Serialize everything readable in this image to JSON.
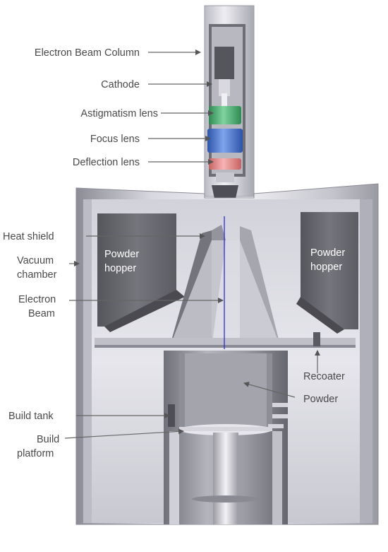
{
  "labels": {
    "electron_beam_column": "Electron Beam Column",
    "cathode": "Cathode",
    "astigmatism_lens": "Astigmatism lens",
    "focus_lens": "Focus lens",
    "deflection_lens": "Deflection lens",
    "heat_shield": "Heat shield",
    "vacuum_chamber_line1": "Vacuum",
    "vacuum_chamber_line2": "chamber",
    "electron_beam_line1": "Electron",
    "electron_beam_line2": "Beam",
    "powder_hopper_left_line1": "Powder",
    "powder_hopper_left_line2": "hopper",
    "powder_hopper_right_line1": "Powder",
    "powder_hopper_right_line2": "hopper",
    "recoater": "Recoater",
    "powder": "Powder",
    "build_tank": "Build tank",
    "build_platform_line1": "Build",
    "build_platform_line2": "platform"
  },
  "colors": {
    "astigmatism_lens": "#4caf73",
    "focus_lens": "#4a78d0",
    "deflection_lens": "#e98a8a",
    "beam": "#2b2bd8",
    "metal_light": "#e4e4ea",
    "metal_mid": "#bdbdc6",
    "metal_dark": "#8a8a94",
    "hopper": "#66666c",
    "label_text": "#4a4a4a"
  }
}
